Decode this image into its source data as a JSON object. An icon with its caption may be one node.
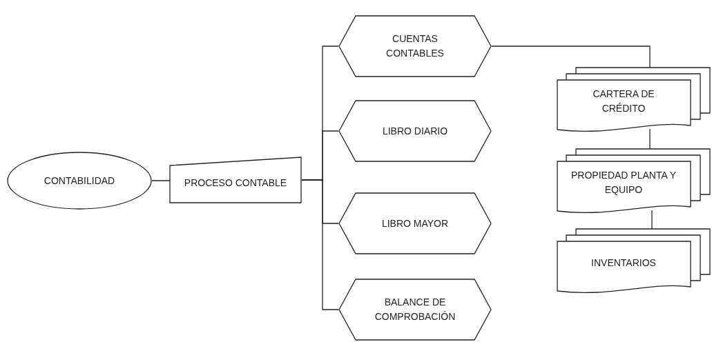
{
  "diagram": {
    "nodes": [
      {
        "text": [
          "CONTABILIDAD"
        ]
      },
      {
        "text": [
          "PROCESO CONTABLE"
        ]
      },
      {
        "text": [
          "CUENTAS CONTABLES"
        ]
      },
      {
        "text": [
          "LIBRO DIARIO"
        ]
      },
      {
        "text": [
          "LIBRO MAYOR"
        ]
      },
      {
        "text": [
          "BALANCE DE COMPROBACIÓN"
        ]
      },
      {
        "text": [
          "CARTERA DE CRÉDITO"
        ]
      },
      {
        "text": [
          "PROPIEDAD PLANTA Y EQUIPO"
        ]
      },
      {
        "text": [
          "INVENTARIOS"
        ]
      }
    ],
    "edges": [
      {
        "from": 0,
        "to": 1,
        "arrow": "none"
      },
      {
        "from": 1,
        "to": 2,
        "arrow": "none"
      },
      {
        "from": 1,
        "to": 3,
        "arrow": "none"
      },
      {
        "from": 1,
        "to": 4,
        "arrow": "none"
      },
      {
        "from": 1,
        "to": 5,
        "arrow": "none"
      },
      {
        "from": 2,
        "to": 6,
        "arrow": "none"
      },
      {
        "from": 6,
        "to": 7,
        "arrow": "none"
      },
      {
        "from": 7,
        "to": 8,
        "arrow": "none"
      }
    ]
  }
}
